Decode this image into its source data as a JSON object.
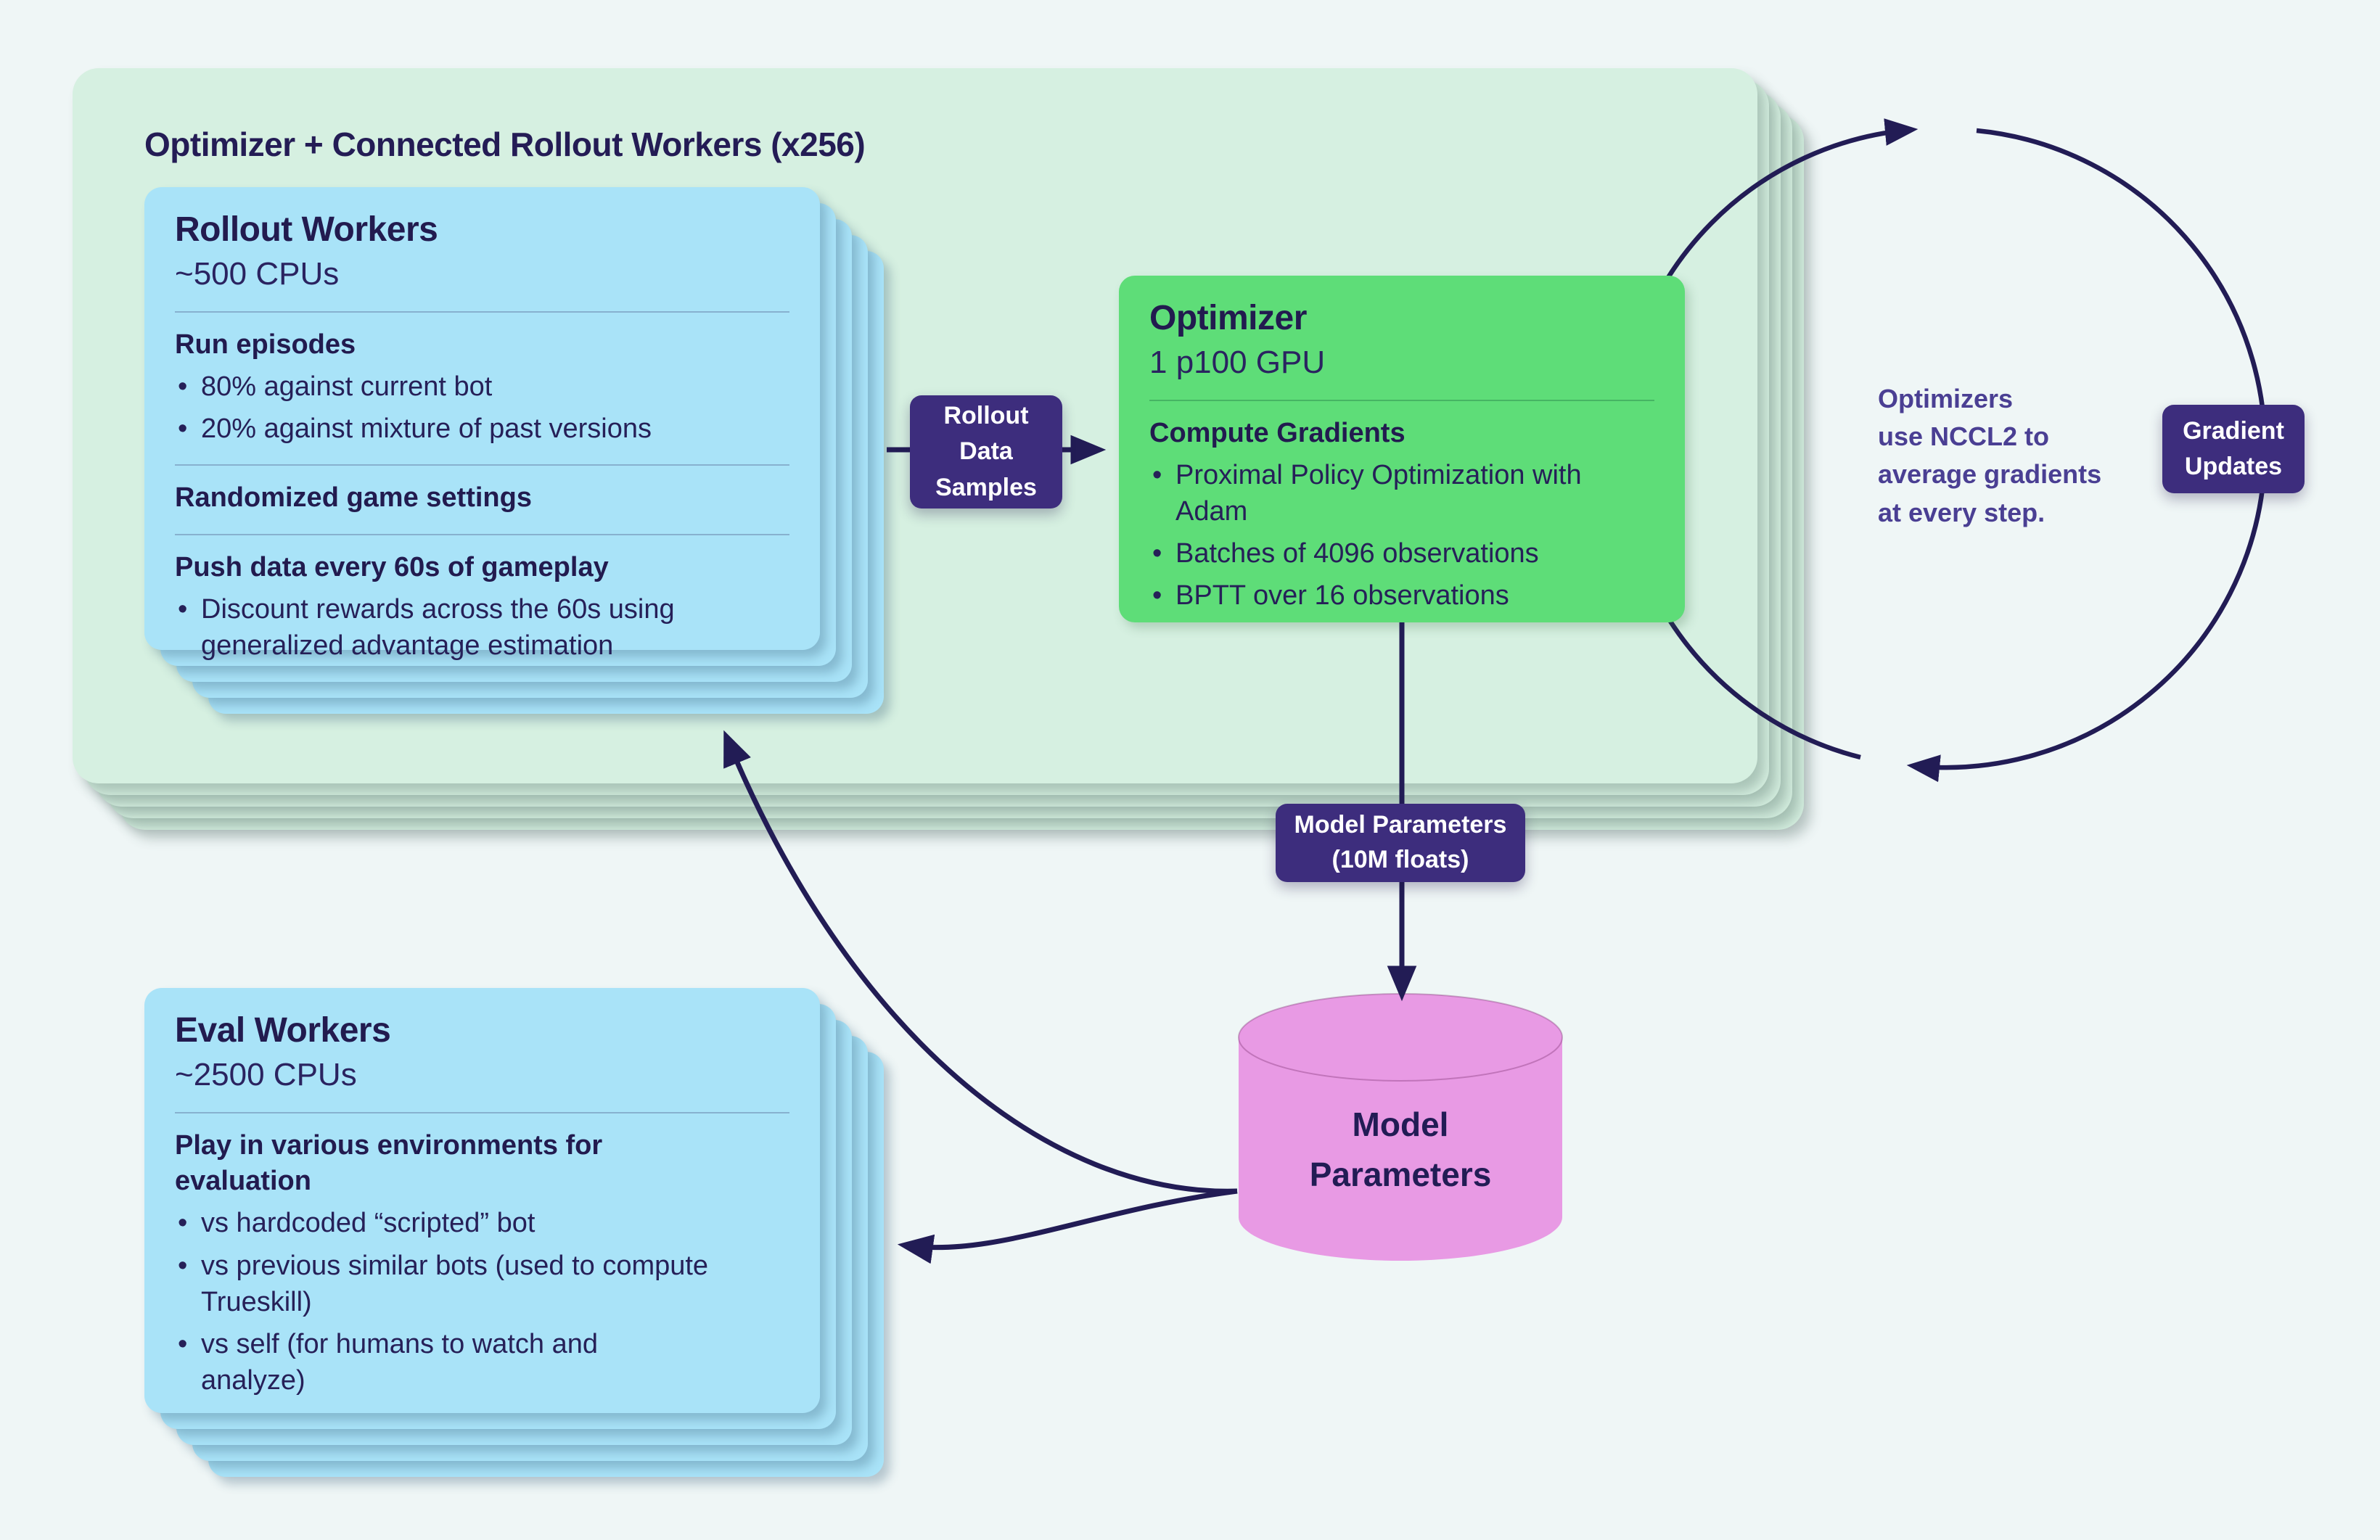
{
  "title": "Optimizer + Connected Rollout Workers (x256)",
  "rollout_card": {
    "title": "Rollout Workers",
    "subtitle": "~500 CPUs",
    "sections": [
      {
        "heading": "Run episodes",
        "bullets": [
          "80% against current bot",
          "20% against mixture of past versions"
        ]
      },
      {
        "heading": "Randomized game settings",
        "bullets": []
      },
      {
        "heading": "Push data every 60s of gameplay",
        "bullets": [
          "Discount rewards across the 60s using generalized advantage estimation"
        ]
      }
    ]
  },
  "optimizer_card": {
    "title": "Optimizer",
    "subtitle": "1 p100 GPU",
    "sections": [
      {
        "heading": "Compute Gradients",
        "bullets": [
          "Proximal Policy Optimization with Adam",
          "Batches of 4096 observations",
          "BPTT over 16 observations"
        ]
      }
    ]
  },
  "eval_card": {
    "title": "Eval Workers",
    "subtitle": "~2500 CPUs",
    "sections": [
      {
        "heading": "Play in various environments for evaluation",
        "bullets": [
          "vs hardcoded “scripted” bot",
          "vs previous similar bots (used to compute Trueskill)",
          "vs self (for humans to watch and analyze)"
        ]
      }
    ]
  },
  "badges": {
    "rollout_data": {
      "lines": [
        "Rollout",
        "Data",
        "Samples"
      ]
    },
    "gradient_updates": {
      "lines": [
        "Gradient",
        "Updates"
      ]
    },
    "model_parameters": {
      "lines": [
        "Model Parameters",
        "(10M floats)"
      ]
    }
  },
  "cylinder": {
    "lines": [
      "Model",
      "Parameters"
    ]
  },
  "annotation": {
    "lines": [
      "Optimizers",
      "use NCCL2 to",
      "average gradients",
      "at every step."
    ]
  },
  "colors": {
    "page_bg": "#eff6f6",
    "mint_container": "#d6f0e1",
    "worker_card_blue": "#a9e3f8",
    "optimizer_green": "#5edd78",
    "badge_purple": "#3d2d7d",
    "cylinder_pink": "#e89ae4",
    "arrow_navy": "#221c55",
    "annotation_purple": "#4a3f93"
  }
}
